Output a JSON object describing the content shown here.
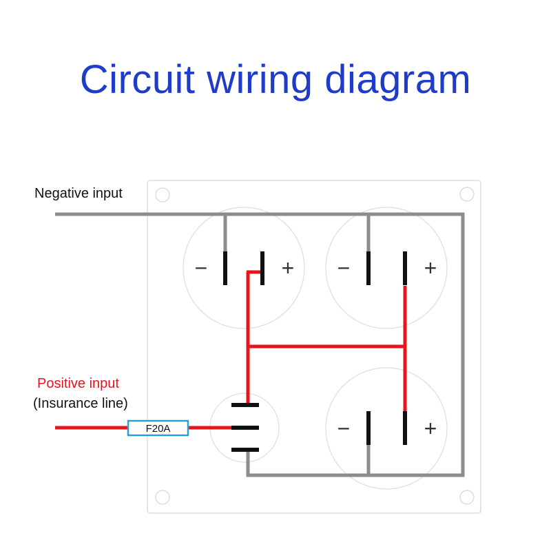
{
  "title": "Circuit wiring diagram",
  "labels": {
    "negative_input": "Negative input",
    "positive_input": "Positive input",
    "insurance_line": "(Insurance line)",
    "fuse": "F20A",
    "minus": "−",
    "plus": "+"
  },
  "colors": {
    "title": "#1f3bc9",
    "positive_wire": "#e8141b",
    "negative_wire": "#8c8c8c",
    "fuse_border": "#2a9fd6",
    "terminal": "#111111",
    "panel_border": "#d6d6d6",
    "socket_outline": "#dddddd"
  }
}
